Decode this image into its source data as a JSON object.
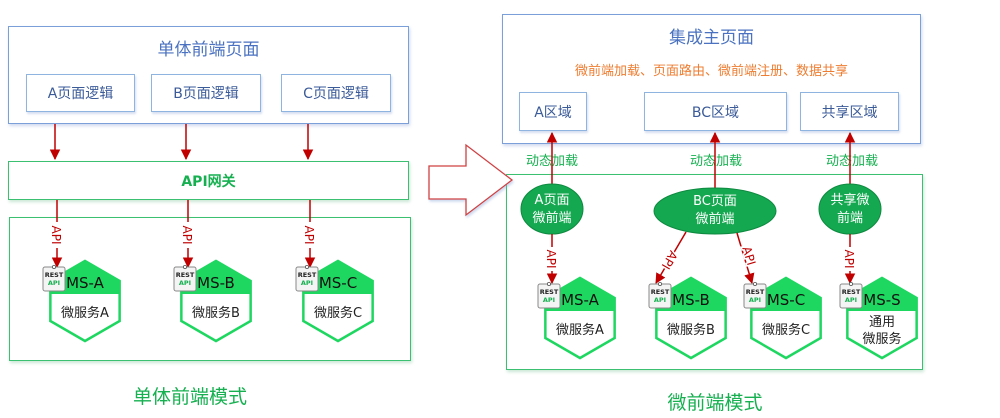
{
  "monolith": {
    "page_title": "单体前端页面",
    "logic_boxes": [
      {
        "label": "A页面逻辑"
      },
      {
        "label": "B页面逻辑"
      },
      {
        "label": "C页面逻辑"
      }
    ],
    "gateway_label": "API网关",
    "api_label": "API",
    "services": [
      {
        "code": "MS-A",
        "name": "微服务A"
      },
      {
        "code": "MS-B",
        "name": "微服务B"
      },
      {
        "code": "MS-C",
        "name": "微服务C"
      }
    ],
    "caption": "单体前端模式"
  },
  "transition_arrow": {
    "icon": "hollow-right-arrow"
  },
  "micro": {
    "page_title": "集成主页面",
    "features": "微前端加载、页面路由、微前端注册、数据共享",
    "regions": [
      {
        "label": "A区域"
      },
      {
        "label": "BC区域"
      },
      {
        "label": "共享区域"
      }
    ],
    "load_label": "动态加载",
    "frontends": [
      {
        "line1": "A页面",
        "line2": "微前端"
      },
      {
        "line1": "BC页面",
        "line2": "微前端"
      },
      {
        "line1": "共享微",
        "line2": "前端"
      }
    ],
    "api_label": "API",
    "services": [
      {
        "code": "MS-A",
        "name": "微服务A"
      },
      {
        "code": "MS-B",
        "name": "微服务B"
      },
      {
        "code": "MS-C",
        "name": "微服务C"
      },
      {
        "code": "MS-S",
        "name_line1": "通用",
        "name_line2": "微服务"
      }
    ],
    "caption": "微前端模式"
  },
  "rest_badge": {
    "line1": "REST",
    "line2": "API"
  },
  "colors": {
    "blue_border": "#7b9fd8",
    "green": "#16b050",
    "hex_green": "#1ed760",
    "oval_green": "#14a850",
    "arrow_red": "#c00000",
    "orange": "#ee7d31"
  }
}
